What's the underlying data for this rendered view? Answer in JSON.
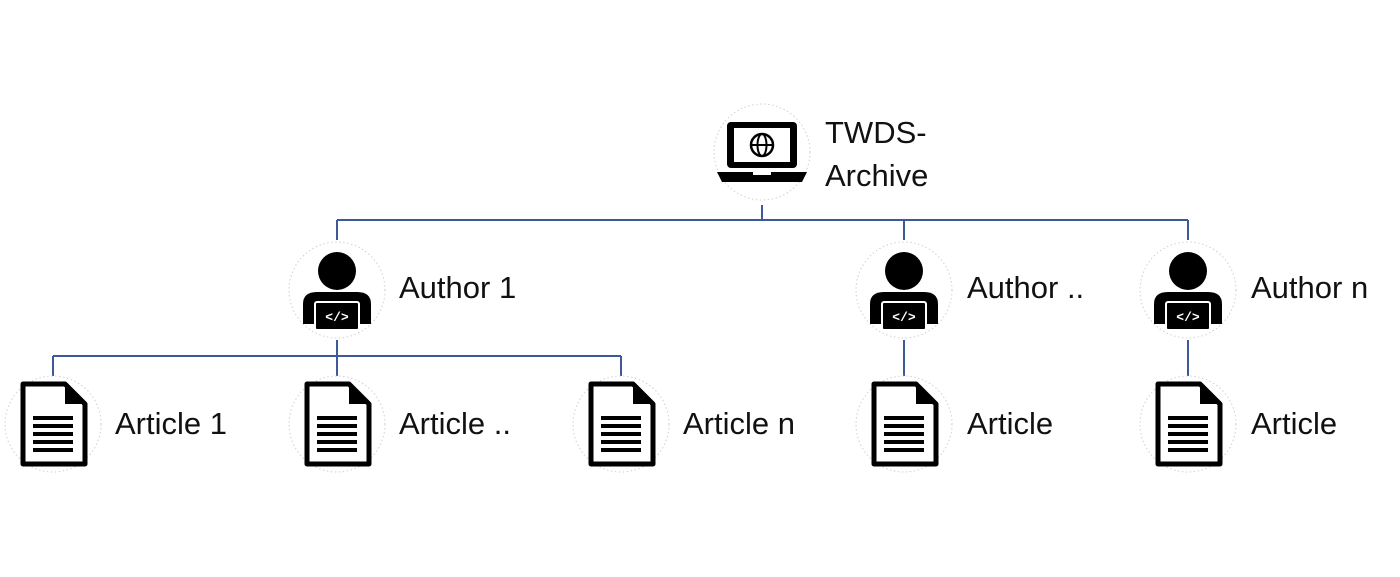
{
  "root": {
    "label_line1": "TWDS-",
    "label_line2": "Archive",
    "icon": "laptop-globe-icon"
  },
  "authors": [
    {
      "label": "Author 1",
      "icon": "developer-icon"
    },
    {
      "label": "Author ..",
      "icon": "developer-icon"
    },
    {
      "label": "Author n",
      "icon": "developer-icon"
    }
  ],
  "articles": [
    {
      "label": "Article 1",
      "icon": "document-icon"
    },
    {
      "label": "Article ..",
      "icon": "document-icon"
    },
    {
      "label": "Article n",
      "icon": "document-icon"
    },
    {
      "label": "Article",
      "icon": "document-icon"
    },
    {
      "label": "Article",
      "icon": "document-icon"
    }
  ],
  "colors": {
    "connector": "#3c5a9a",
    "icon": "#000000",
    "halo": "#c9c9c9"
  }
}
